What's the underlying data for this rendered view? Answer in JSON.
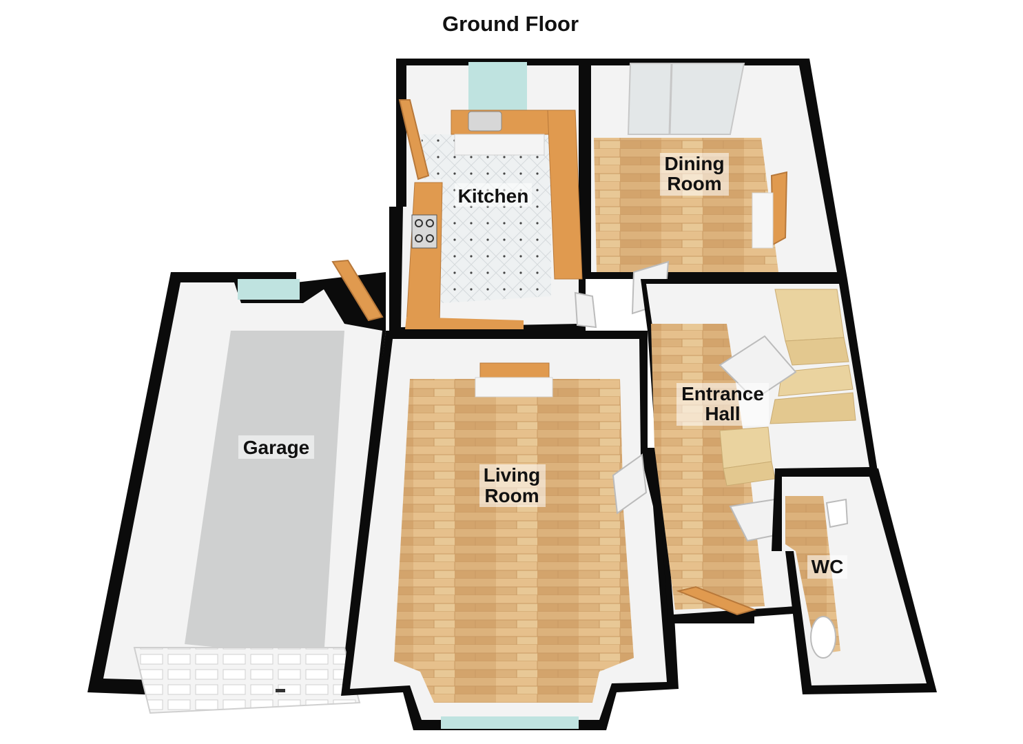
{
  "title": "Ground Floor",
  "rooms": {
    "kitchen": {
      "lines": [
        "Kitchen"
      ]
    },
    "dining_room": {
      "lines": [
        "Dining",
        "Room"
      ]
    },
    "garage": {
      "lines": [
        "Garage"
      ]
    },
    "living_room": {
      "lines": [
        "Living",
        "Room"
      ]
    },
    "entrance_hall": {
      "lines": [
        "Entrance",
        "Hall"
      ]
    },
    "wc": {
      "lines": [
        "WC"
      ]
    }
  },
  "colors": {
    "wall": "#0b0b0b",
    "inner_wall": "#f3f3f3",
    "wood_floor": "#dcb27c",
    "tile_floor": "#eef1f2",
    "garage_floor": "#cfd0d0",
    "worktop": "#e09a4f",
    "door": "#f2f2f2",
    "window": "#bfe3e0"
  }
}
